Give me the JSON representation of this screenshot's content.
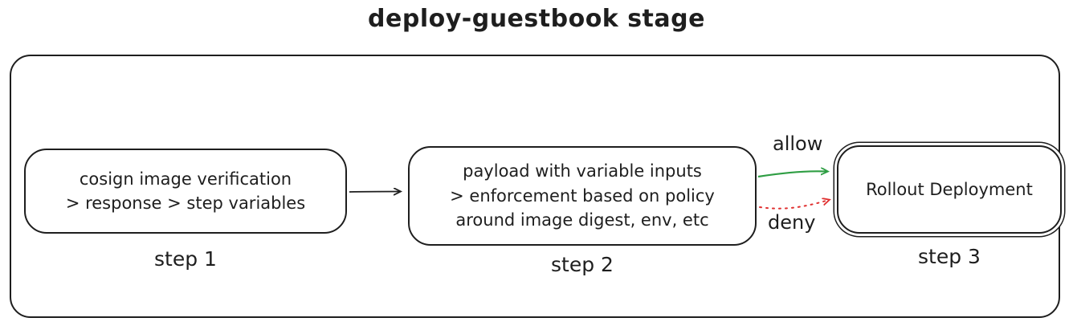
{
  "title": "deploy-guestbook stage",
  "colors": {
    "stroke": "#1e1e1e",
    "allow_arrow": "#2f9e44",
    "deny_arrow": "#e03131",
    "background": "#ffffff"
  },
  "nodes": [
    {
      "lines": [
        "cosign image verification",
        "> response > step variables"
      ],
      "step_label": "step 1"
    },
    {
      "lines": [
        "payload with variable inputs",
        "> enforcement based on policy",
        "around image digest, env, etc"
      ],
      "step_label": "step 2"
    },
    {
      "lines": [
        "Rollout Deployment"
      ],
      "step_label": "step 3"
    }
  ],
  "edges": [
    {
      "from": "step 1",
      "to": "step 2",
      "label": "",
      "style": "solid",
      "color": "#1e1e1e"
    },
    {
      "from": "step 2",
      "to": "step 3",
      "label": "allow",
      "style": "solid",
      "color": "#2f9e44"
    },
    {
      "from": "step 2",
      "to": "step 3",
      "label": "deny",
      "style": "dotted",
      "color": "#e03131"
    }
  ]
}
